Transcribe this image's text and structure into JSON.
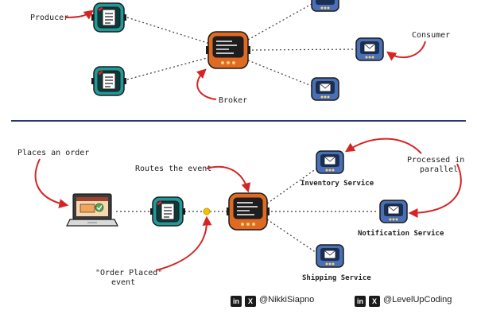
{
  "colors": {
    "arrow_red": "#d62424",
    "divider": "#2c3576",
    "producer_teal": "#1f9a9a",
    "broker_orange": "#e06a22",
    "consumer_blue": "#4a6fb5",
    "event_dot": "#f2c200"
  },
  "top": {
    "producer_label": "Producer",
    "broker_label": "Broker",
    "consumer_label": "Consumer"
  },
  "bottom": {
    "places_order_label": "Places an order",
    "routes_label": "Routes the event",
    "event_label_line1": "\"Order Placed\"",
    "event_label_line2": "event",
    "processed_line1": "Processed in",
    "processed_line2": "parallel",
    "inventory_label": "Inventory Service",
    "notification_label": "Notification Service",
    "shipping_label": "Shipping Service"
  },
  "footer": {
    "handle1": "@NikkiSiapno",
    "handle2": "@LevelUpCoding",
    "linkedin_glyph": "in",
    "x_glyph": "X"
  },
  "icons": {
    "producer": "document-icon",
    "broker": "terminal-icon",
    "consumer": "envelope-icon",
    "client": "laptop-icon"
  }
}
